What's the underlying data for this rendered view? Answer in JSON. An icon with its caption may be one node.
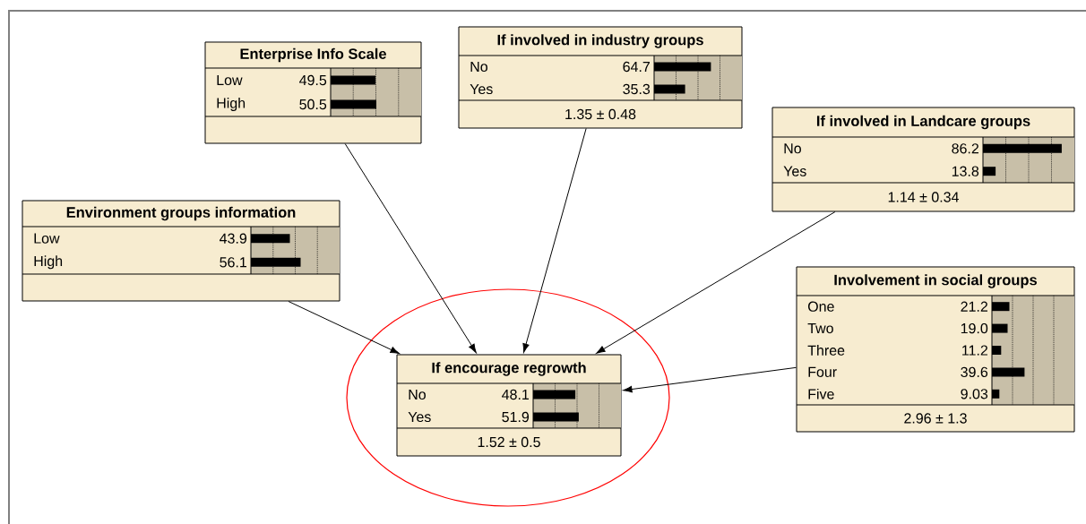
{
  "diagram": {
    "nodes": [
      {
        "text": [
          "Enterprise Info Scale",
          "Low",
          "49.5",
          "High",
          "50.5"
        ]
      },
      {
        "text": [
          "If involved in industry groups",
          "No",
          "64.7",
          "Yes",
          "35.3",
          "1.35 ± 0.48"
        ]
      },
      {
        "text": [
          "If involved in Landcare groups",
          "No",
          "86.2",
          "Yes",
          "13.8",
          "1.14 ± 0.34"
        ]
      },
      {
        "text": [
          "Environment groups information",
          "Low",
          "43.9",
          "High",
          "56.1"
        ]
      },
      {
        "text": [
          "Involvement in social groups",
          "One",
          "21.2",
          "Two",
          "19.0",
          "Three",
          "11.2",
          "Four",
          "39.6",
          "Five",
          "9.03",
          "2.96 ± 1.3"
        ]
      },
      {
        "text": [],
        "shape": "ellipse"
      },
      {
        "text": [
          "If encourage regrowth",
          "No",
          "48.1",
          "Yes",
          "51.9",
          "1.52 ± 0.5"
        ],
        "in": 5
      }
    ],
    "edges": [
      {
        "from": 0,
        "to": 6,
        "arrow": "to"
      },
      {
        "from": 1,
        "to": 6,
        "arrow": "to"
      },
      {
        "from": 2,
        "to": 6,
        "arrow": "to"
      },
      {
        "from": 3,
        "to": 6,
        "arrow": "to"
      },
      {
        "from": 4,
        "to": 6,
        "arrow": "to"
      }
    ]
  }
}
